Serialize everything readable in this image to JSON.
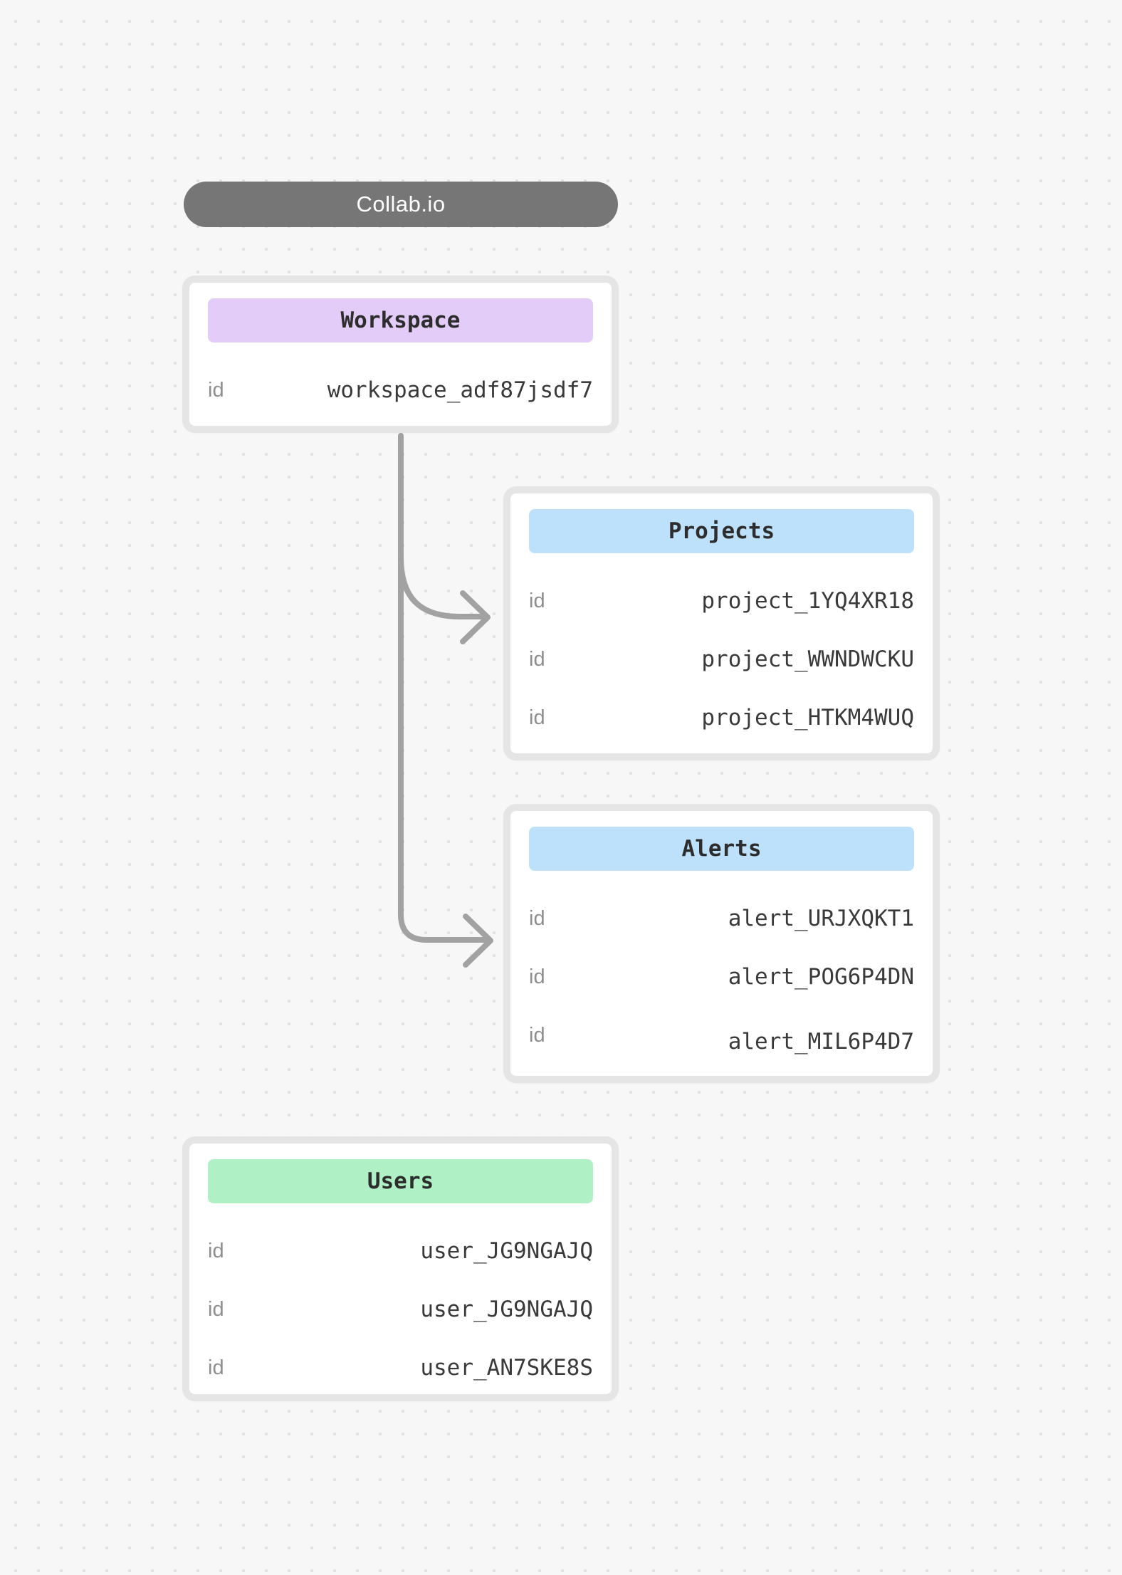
{
  "canvas": {
    "background": "#f7f7f7",
    "dot_color": "#e2e2e2"
  },
  "title_pill": {
    "label": "Collab.io",
    "bg": "#767676",
    "text_color": "#ffffff"
  },
  "entities": [
    {
      "name": "Workspace",
      "header_color": "#e3cdf8",
      "rows": [
        {
          "key": "id",
          "value": "workspace_adf87jsdf7"
        }
      ]
    },
    {
      "name": "Projects",
      "header_color": "#bee1fb",
      "rows": [
        {
          "key": "id",
          "value": "project_1YQ4XR18"
        },
        {
          "key": "id",
          "value": "project_WWNDWCKU"
        },
        {
          "key": "id",
          "value": "project_HTKM4WUQ"
        }
      ]
    },
    {
      "name": "Alerts",
      "header_color": "#bee1fb",
      "rows": [
        {
          "key": "id",
          "value": "alert_URJXQKT1"
        },
        {
          "key": "id",
          "value": "alert_POG6P4DN"
        },
        {
          "key": "id",
          "value": "alert_MIL6P4D7"
        }
      ]
    },
    {
      "name": "Users",
      "header_color": "#aff0c5",
      "rows": [
        {
          "key": "id",
          "value": "user_JG9NGAJQ"
        },
        {
          "key": "id",
          "value": "user_JG9NGAJQ"
        },
        {
          "key": "id",
          "value": "user_AN7SKE8S"
        }
      ]
    }
  ],
  "connections": [
    {
      "from": "Workspace",
      "to": "Projects"
    },
    {
      "from": "Workspace",
      "to": "Alerts"
    }
  ]
}
